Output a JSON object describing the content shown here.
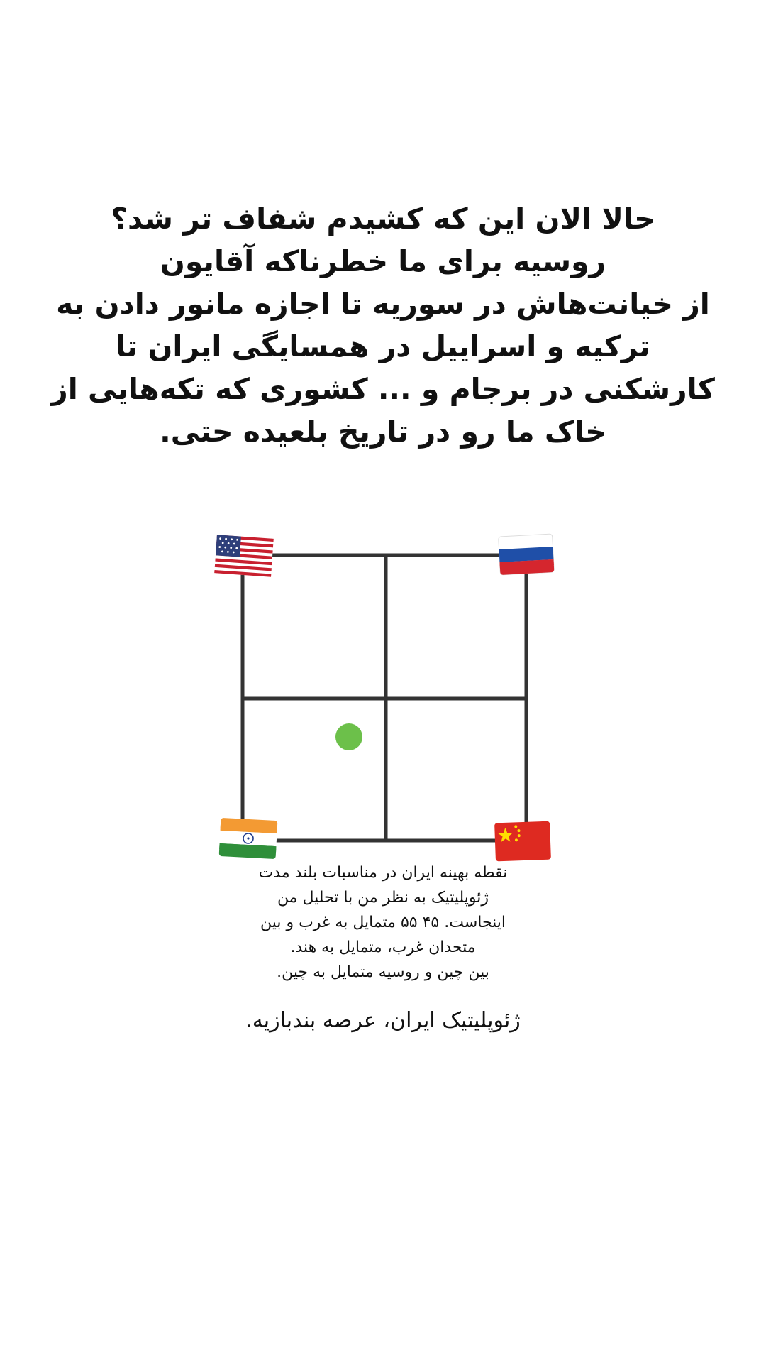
{
  "headline": {
    "lines": [
      "حالا الان این که کشیدم شفاف تر شد؟",
      "روسیه برای ما خطرناکه آقایون",
      "از خیانت‌هاش در سوریه تا اجازه مانور دادن به",
      "ترکیه و اسراییل در همسایگی ایران تا",
      "کارشکنی در برجام و ... کشوری که تکه‌هایی از",
      "خاک ما رو در تاریخ بلعیده حتی."
    ]
  },
  "diagram": {
    "grid": {
      "rows": 2,
      "cols": 2,
      "line_color": "#333333"
    },
    "corners": {
      "top_left": {
        "icon": "usa-flag-icon"
      },
      "top_right": {
        "icon": "russia-flag-icon"
      },
      "bottom_left": {
        "icon": "india-flag-icon"
      },
      "bottom_right": {
        "icon": "china-flag-icon"
      }
    },
    "marker": {
      "icon": "optimal-point-dot",
      "color": "#6cc04a"
    }
  },
  "caption": {
    "lines": [
      "نقطه بهینه ایران در مناسبات بلند مدت",
      "ژئوپلیتیک به نظر من با تحلیل من",
      "اینجاست. ۴۵ ۵۵ متمایل به غرب و بین",
      "متحدان غرب، متمایل به هند.",
      "بین چین و روسیه متمایل به چین."
    ]
  },
  "tagline": "ژئوپلیتیک ایران، عرصه بندبازیه."
}
